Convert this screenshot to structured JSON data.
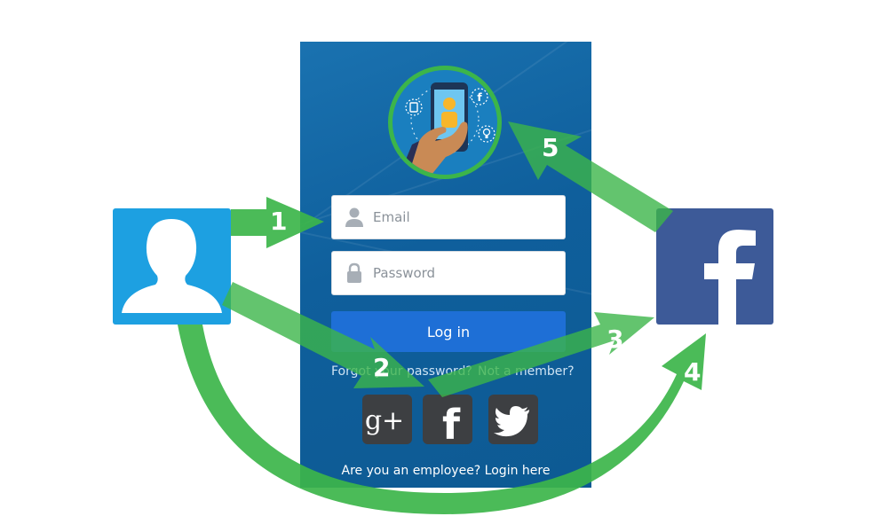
{
  "login": {
    "email_placeholder": "Email",
    "password_placeholder": "Password",
    "login_label": "Log in",
    "forgot_label": "Forgot your password?",
    "member_label": "Not a member?",
    "employee_label": "Are you an employee? Login here"
  },
  "social": {
    "google_label": "g+",
    "facebook_label": "f",
    "twitter_icon": "twitter-bird-icon"
  },
  "steps": [
    "1",
    "2",
    "3",
    "4",
    "5"
  ],
  "colors": {
    "arrow": "#3cb54a",
    "user_icon_bg": "#1da0e1",
    "facebook_bg": "#3d5a98",
    "screen_bg": "#0f5f9c",
    "login_button": "#1e6fd6",
    "social_tile": "#3d3f42"
  },
  "icons": {
    "user": "user-silhouette-icon",
    "facebook": "facebook-icon",
    "logo": "phone-in-hand-icon",
    "email_field": "person-icon",
    "password_field": "lock-icon"
  }
}
